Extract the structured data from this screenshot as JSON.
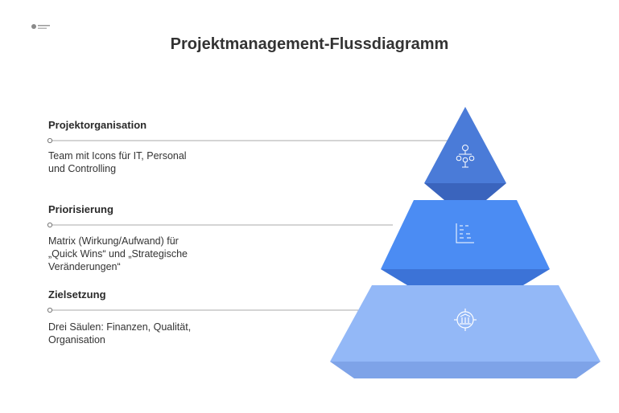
{
  "title": "Projektmanagement-Flussdiagramm",
  "logo_icon": "brand-logo",
  "colors": {
    "top_front": "#4a7bd8",
    "top_shade": "#3a64bd",
    "middle_front": "#4b8cf3",
    "middle_shade": "#3c73d7",
    "bottom_front": "#93b8f7",
    "bottom_shade": "#7ea3e8",
    "connector": "#a9a9a9"
  },
  "levels": [
    {
      "title": "Projektorganisation",
      "description_lines": [
        "Team mit Icons für IT, Personal",
        "und Controlling"
      ],
      "icon": "org-chart-icon"
    },
    {
      "title": "Priorisierung",
      "description_lines": [
        "Matrix (Wirkung/Aufwand) für",
        "„Quick Wins“ und „Strategische",
        "Veränderungen“"
      ],
      "icon": "matrix-chart-icon"
    },
    {
      "title": "Zielsetzung",
      "description_lines": [
        "Drei Säulen: Finanzen, Qualität,",
        "Organisation"
      ],
      "icon": "target-pillars-icon"
    }
  ]
}
